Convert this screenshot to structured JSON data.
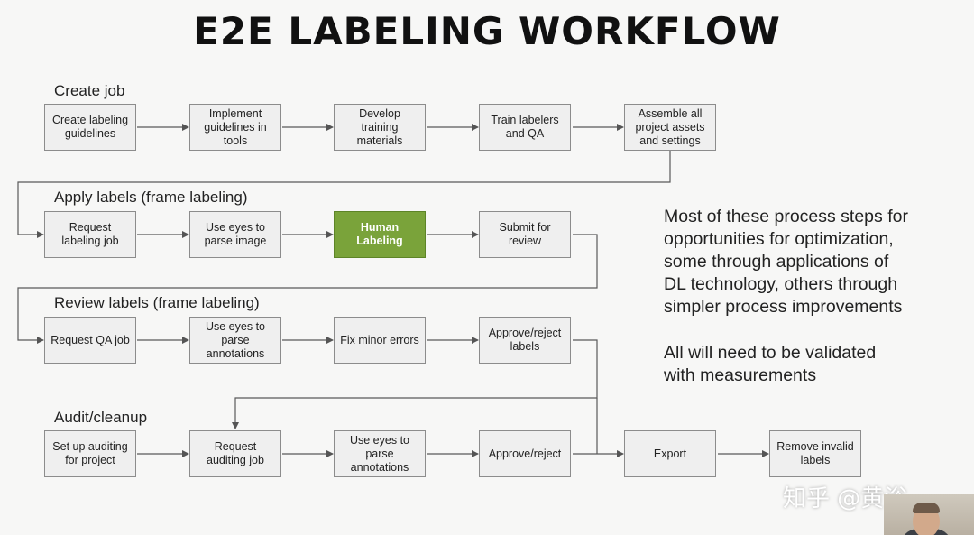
{
  "title": "E2E LABELING WORKFLOW",
  "sections": {
    "create_job": "Create job",
    "apply_labels": "Apply labels (frame labeling)",
    "review_labels": "Review labels (frame labeling)",
    "audit_cleanup": "Audit/cleanup"
  },
  "steps": {
    "create_guidelines": "Create labeling guidelines",
    "implement_guidelines": "Implement guidelines in tools",
    "develop_materials": "Develop training materials",
    "train_labelers": "Train labelers and QA",
    "assemble_assets": "Assemble all project assets and settings",
    "request_labeling_job": "Request labeling job",
    "use_eyes_parse_image": "Use eyes to parse image",
    "human_labeling": "Human Labeling",
    "submit_review": "Submit for review",
    "request_qa_job": "Request QA job",
    "use_eyes_parse_annotations_review": "Use eyes to parse annotations",
    "fix_minor_errors": "Fix minor errors",
    "approve_reject_labels": "Approve/reject labels",
    "setup_auditing": "Set up auditing for project",
    "request_auditing_job": "Request auditing job",
    "use_eyes_parse_annotations_audit": "Use eyes to parse annotations",
    "approve_reject": "Approve/reject",
    "export": "Export",
    "remove_invalid": "Remove invalid labels"
  },
  "note": {
    "line1": "Most of these process steps for",
    "line2": "opportunities for optimization,",
    "line3": "some through applications of",
    "line4": "DL technology, others through",
    "line5": "simpler process improvements",
    "line6": "All will need to be validated",
    "line7": "with measurements"
  },
  "colors": {
    "highlight_fill": "#7aa33a",
    "box_fill": "#efefef",
    "connector": "#5a5a5a"
  },
  "watermark": "知乎 @黄浴"
}
